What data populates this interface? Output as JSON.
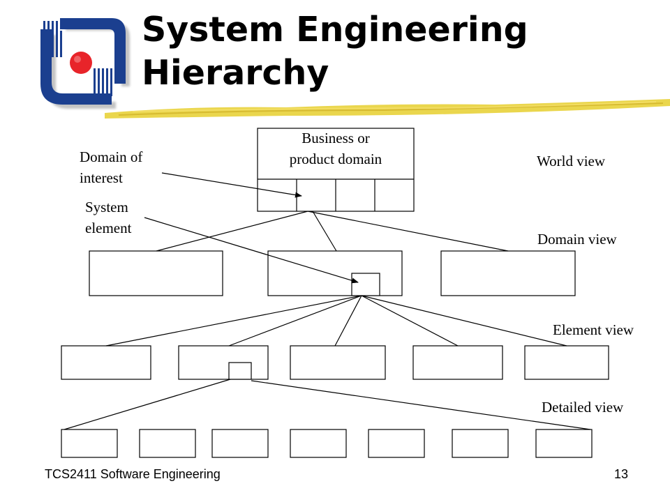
{
  "slide": {
    "title_line1": "System Engineering",
    "title_line2": "Hierarchy"
  },
  "diagram": {
    "root_box_label_line1": "Business or",
    "root_box_label_line2": "product domain",
    "callouts": {
      "domain_of_interest_line1": "Domain of",
      "domain_of_interest_line2": "interest",
      "system_element_line1": "System",
      "system_element_line2": "element"
    },
    "views": {
      "world": "World view",
      "domain": "Domain view",
      "element": "Element view",
      "detailed": "Detailed view"
    }
  },
  "footer": {
    "course": "TCS2411 Software Engineering",
    "page_number": "13"
  },
  "colors": {
    "logo_blue": "#1b3f8f",
    "logo_red": "#e8242a",
    "brush_yellow": "#e8d23a"
  }
}
